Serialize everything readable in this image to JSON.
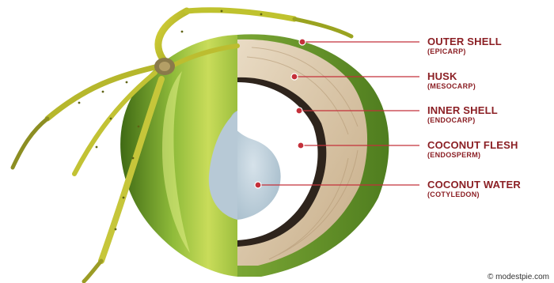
{
  "labels": [
    {
      "main": "OUTER SHELL",
      "sub": "(EPICARP)"
    },
    {
      "main": "HUSK",
      "sub": "(MESOCARP)"
    },
    {
      "main": "INNER SHELL",
      "sub": "(ENDOCARP)"
    },
    {
      "main": "COCONUT FLESH",
      "sub": "(ENDOSPERM)"
    },
    {
      "main": "COCONUT WATER",
      "sub": "(COTYLEDON)"
    }
  ],
  "credit": "© modestpie.com",
  "colors": {
    "label_text": "#8b1f24",
    "leader_line": "#c4303a",
    "green_shell": "#6a9a2c",
    "husk": "#d8c4a6",
    "inner_shell": "#2e241c",
    "flesh": "#ffffff",
    "water": "#b7c9d6"
  }
}
